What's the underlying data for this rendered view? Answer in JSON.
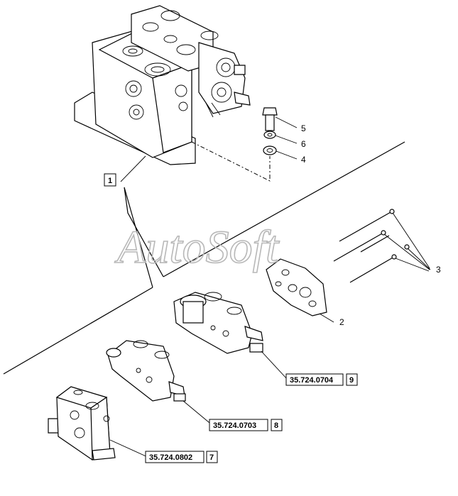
{
  "watermark": "AutoSoft",
  "callouts": {
    "c1": "1",
    "c2": "2",
    "c3": "3",
    "c4": "4",
    "c5": "5",
    "c6": "6"
  },
  "references": [
    {
      "code": "35.724.0704",
      "item": "9"
    },
    {
      "code": "35.724.0703",
      "item": "8"
    },
    {
      "code": "35.724.0802",
      "item": "7"
    }
  ]
}
